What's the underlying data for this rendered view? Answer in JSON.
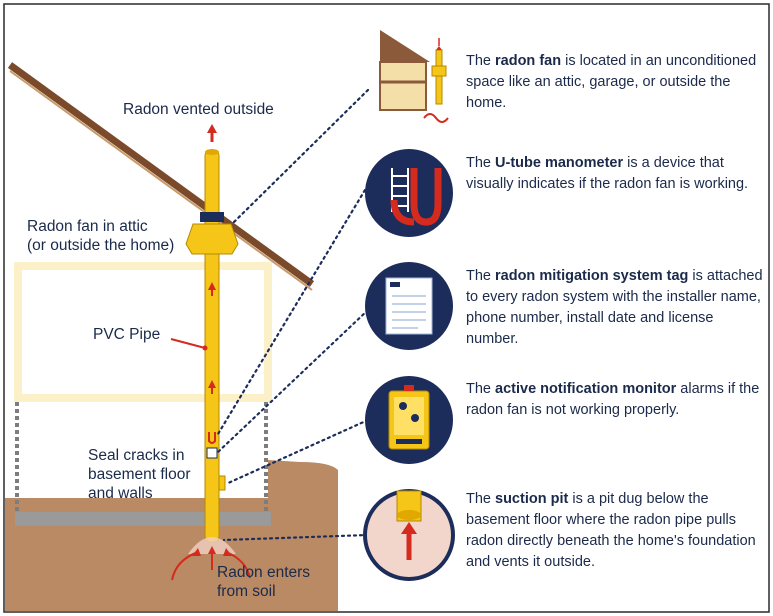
{
  "colors": {
    "navy": "#1c2c5b",
    "pipe_yellow": "#f5c518",
    "soil": "#b98a63",
    "arrow_red": "#d52b1e",
    "frame_cream": "#fbf0c8",
    "slab_gray": "#9a9a9a"
  },
  "labels": {
    "vented": "Radon vented outside",
    "fan_line1": "Radon fan in attic",
    "fan_line2": "(or outside the home)",
    "pvc": "PVC Pipe",
    "seal_line1": "Seal cracks in",
    "seal_line2": "basement floor",
    "seal_line3": "and walls",
    "enters_line1": "Radon enters",
    "enters_line2": "from soil"
  },
  "callouts": [
    {
      "icon": "house-fan-icon",
      "pre": "The ",
      "bold": "radon fan",
      "post": " is located in an unconditioned space like an attic, garage, or outside the home."
    },
    {
      "icon": "manometer-icon",
      "pre": "The ",
      "bold": "U-tube manometer",
      "post": " is a device that visually indicates if the radon fan is working."
    },
    {
      "icon": "system-tag-icon",
      "pre": "The ",
      "bold": "radon mitigation system tag",
      "post": " is attached to every radon system with the installer name, phone number, install date and license number."
    },
    {
      "icon": "notification-monitor-icon",
      "pre": "The ",
      "bold": "active notification monitor",
      "post": " alarms if the radon fan is not working properly."
    },
    {
      "icon": "suction-pit-icon",
      "pre": "The ",
      "bold": "suction pit",
      "post": " is a pit dug below the basement floor where the radon pipe pulls radon directly beneath the home's foundation and vents it outside."
    }
  ]
}
